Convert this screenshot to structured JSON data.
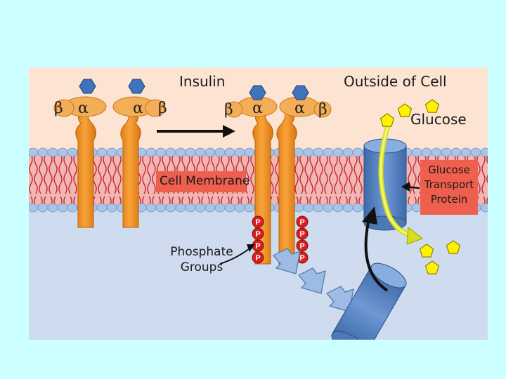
{
  "labels": {
    "insulin": "Insulin",
    "outside": "Outside of Cell",
    "glucose": "Glucose",
    "membrane": "Cell Membrane",
    "transport": [
      "Glucose",
      "Transport",
      "Protein"
    ],
    "phosphate": [
      "Phosphate",
      "Groups"
    ]
  },
  "greek": {
    "alpha": "α",
    "beta": "β"
  },
  "phosphate_letter": "P",
  "colors": {
    "page": "#ccffff",
    "outside": "#fde4d2",
    "inside": "#cfdcef",
    "membrane": "#f0b7b6",
    "lipid_head": "#a8c4e6",
    "receptor": "#f49a2c",
    "insulin": "#3f73bb",
    "glucose": "#fff200",
    "phosphate": "#d81e1e",
    "channel": "#5a86c5",
    "label_box": "#ef5f4e"
  }
}
